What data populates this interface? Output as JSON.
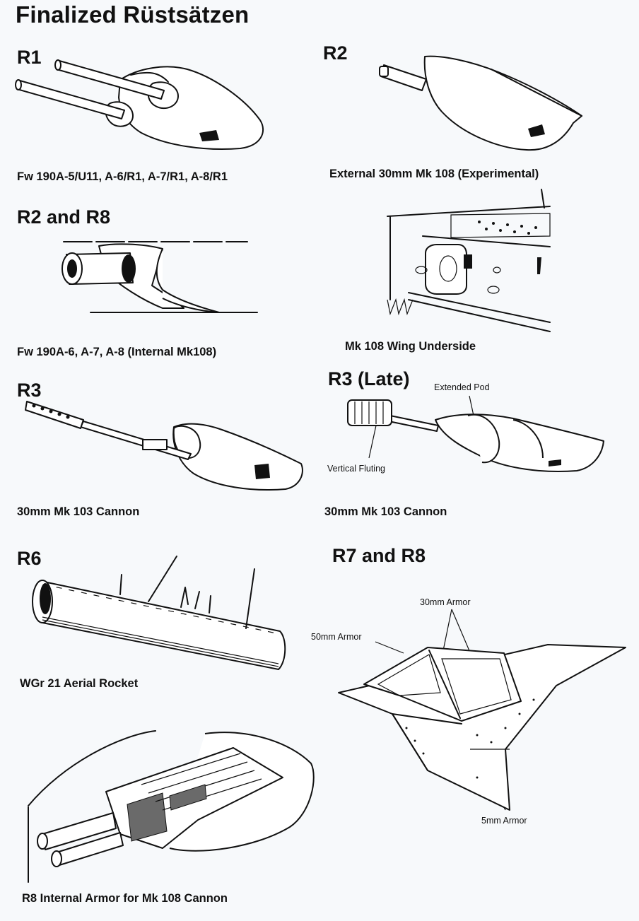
{
  "page": {
    "title": "Finalized Rüstsätzen"
  },
  "sections": [
    {
      "id": "r1",
      "heading": "R1",
      "caption": "Fw 190A-5/U11, A-6/R1, A-7/R1, A-8/R1"
    },
    {
      "id": "r2",
      "heading": "R2",
      "caption": "External 30mm Mk 108 (Experimental)"
    },
    {
      "id": "r2r8",
      "heading": "R2 and R8",
      "caption": "Fw 190A-6, A-7, A-8 (Internal Mk108)"
    },
    {
      "id": "wing",
      "heading": "",
      "caption": "Mk 108 Wing Underside"
    },
    {
      "id": "r3",
      "heading": "R3",
      "caption": "30mm Mk 103 Cannon"
    },
    {
      "id": "r3late",
      "heading": "R3 (Late)",
      "caption": "30mm Mk 103 Cannon",
      "annotations": [
        "Extended Pod",
        "Vertical Fluting"
      ]
    },
    {
      "id": "r6",
      "heading": "R6",
      "caption": "WGr 21 Aerial Rocket"
    },
    {
      "id": "r7r8",
      "heading": "R7 and R8",
      "caption": "",
      "annotations": [
        "30mm Armor",
        "50mm Armor",
        "5mm Armor"
      ]
    },
    {
      "id": "r8armor",
      "heading": "",
      "caption": "R8 Internal Armor for Mk 108 Cannon"
    }
  ],
  "icons": [
    "r1-twin-cannon-pod-drawing",
    "r2-single-cannon-pod-drawing",
    "r2r8-wing-cannon-barrel-drawing",
    "wing-underside-panel-drawing",
    "r3-cannon-pod-drawing",
    "r3late-extended-pod-drawing",
    "r6-rocket-tube-drawing",
    "r7r8-armored-canopy-drawing",
    "r8-internal-armor-drawing"
  ]
}
